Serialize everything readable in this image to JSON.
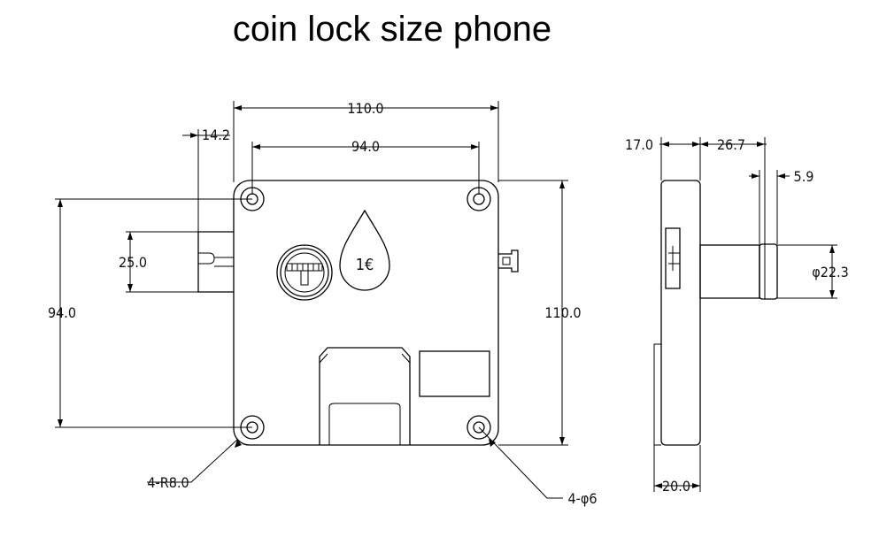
{
  "title": "coin lock size phone",
  "dimensions": {
    "overall_width": "110.0",
    "hole_spacing_h": "94.0",
    "offset_left": "14.2",
    "slot_height": "25.0",
    "hole_spacing_v": "94.0",
    "overall_height": "110.0",
    "corner_radius": "4-R8.0",
    "hole_diameter": "4-φ6",
    "side_thickness": "17.0",
    "cylinder_length": "26.7",
    "cap_thickness": "5.9",
    "cylinder_diameter": "φ22.3",
    "base_width": "20.0"
  },
  "coin_label": "1€",
  "colors": {
    "line": "#000000",
    "background": "#ffffff"
  }
}
